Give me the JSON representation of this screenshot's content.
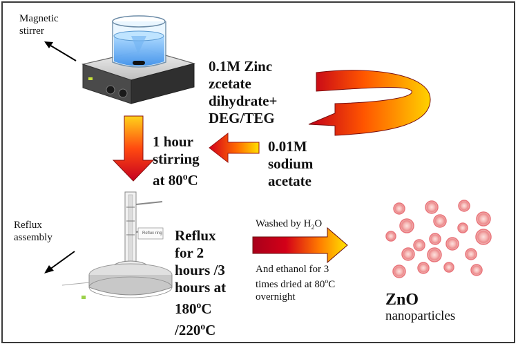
{
  "labels": {
    "magnetic_stirrer": [
      "Magnetic",
      "stirrer"
    ],
    "reagent": [
      "0.1M Zinc",
      "zcetate",
      "dihydrate+",
      "DEG/TEG"
    ],
    "stirring": [
      "1 hour",
      "stirring"
    ],
    "stirring_temp": {
      "prefix": "at 80",
      "sup": "o",
      "suffix": "C"
    },
    "sodium": [
      "0.01M",
      "sodium",
      "acetate"
    ],
    "reflux_assembly": [
      "Reflux",
      "assembly"
    ],
    "reflux_text": [
      "Reflux",
      "for 2",
      "hours /3",
      "hours at"
    ],
    "reflux_temp1": {
      "prefix": "180",
      "sup": "o",
      "suffix": "C"
    },
    "reflux_temp2": {
      "prefix": "/220",
      "sup": "o",
      "suffix": "C"
    },
    "washed": {
      "prefix": "Washed  by  H",
      "sub": "2",
      "suffix": "O"
    },
    "ethanol": [
      "And  ethanol for 3"
    ],
    "dried": {
      "prefix": "times dried at 80",
      "sup": "o",
      "suffix": "C"
    },
    "overnight": "overnight",
    "zno_title": "ZnO",
    "zno_sub": "nanoparticles",
    "apparatus_tag": "Reflux ring"
  },
  "colors": {
    "arrow_dark": "#b5001f",
    "arrow_mid": "#ff3300",
    "arrow_light": "#ffdd00",
    "particle_core": "#f7c7c4",
    "particle_ring": "#e9747a"
  },
  "icons": [
    "magnetic-stirrer-icon",
    "reflux-apparatus-icon",
    "nanoparticle-icon"
  ]
}
